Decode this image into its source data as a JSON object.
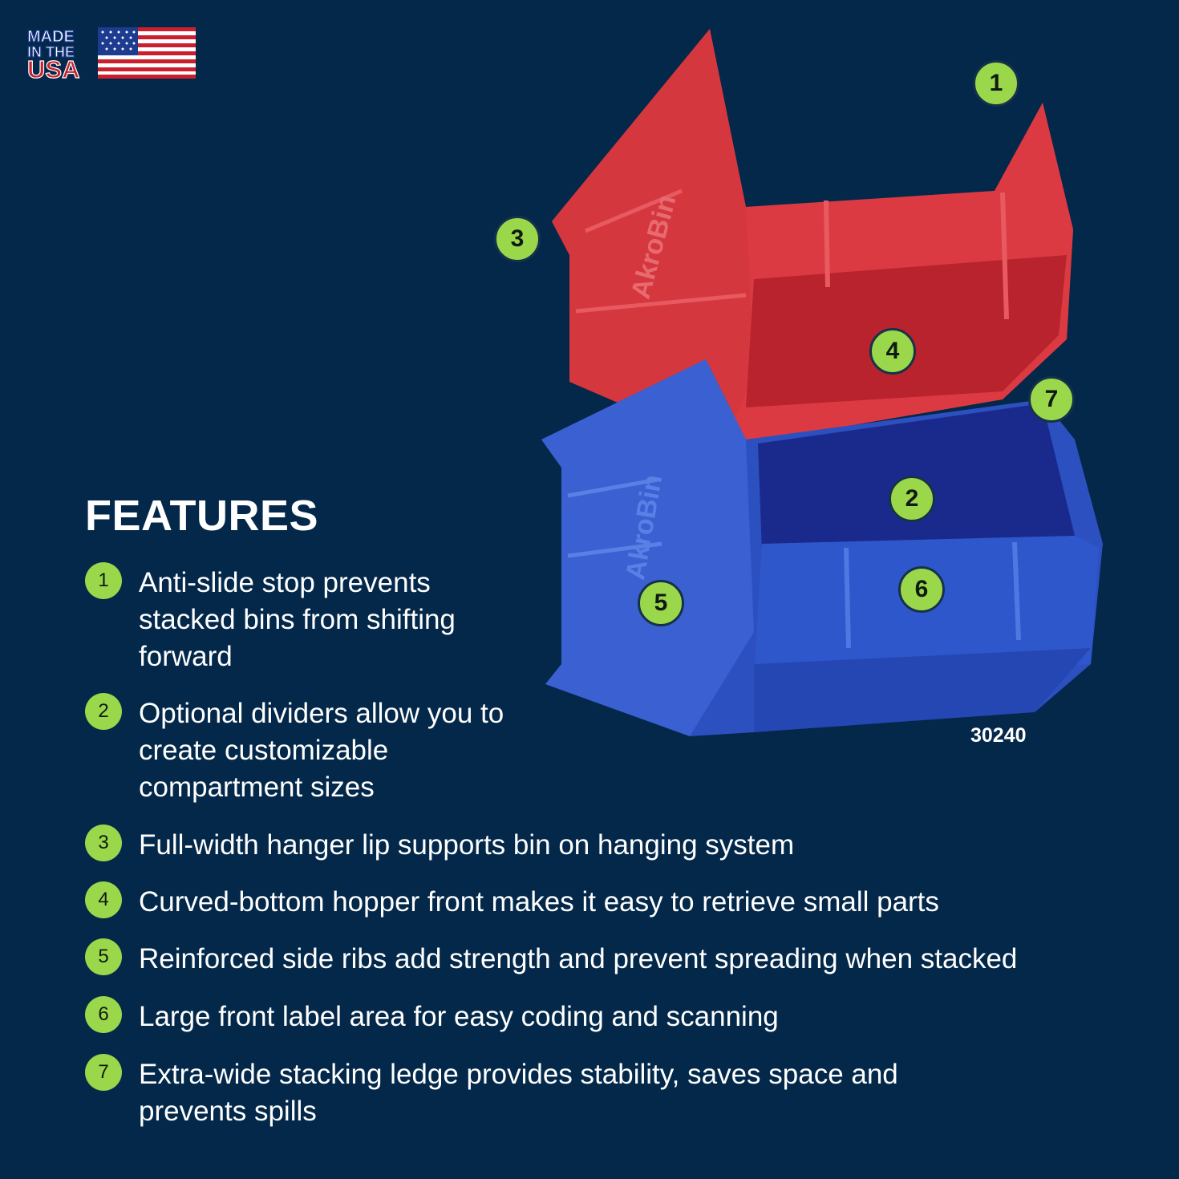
{
  "badge": {
    "line1": "MADE",
    "line2": "IN THE",
    "line3": "USA"
  },
  "model_number": "30240",
  "product_logo_text": "AkroBin",
  "features": {
    "title": "FEATURES",
    "items": [
      {
        "number": "1",
        "text": "Anti-slide stop prevents stacked bins from shifting forward"
      },
      {
        "number": "2",
        "text": "Optional dividers allow you to create customizable compartment sizes"
      },
      {
        "number": "3",
        "text": "Full-width hanger lip supports bin on hanging system"
      },
      {
        "number": "4",
        "text": "Curved-bottom hopper front makes it easy to retrieve small parts"
      },
      {
        "number": "5",
        "text": "Reinforced side ribs add strength and prevent spreading when stacked"
      },
      {
        "number": "6",
        "text": "Large front label area for easy coding and scanning"
      },
      {
        "number": "7",
        "text": "Extra-wide stacking ledge provides stability, saves space and prevents spills"
      }
    ]
  },
  "callouts": [
    "1",
    "2",
    "3",
    "4",
    "5",
    "6",
    "7"
  ],
  "colors": {
    "background": "#03284a",
    "accent_green": "#9ad74a",
    "bin_red": "#d9343c",
    "bin_blue": "#2f55c8"
  }
}
